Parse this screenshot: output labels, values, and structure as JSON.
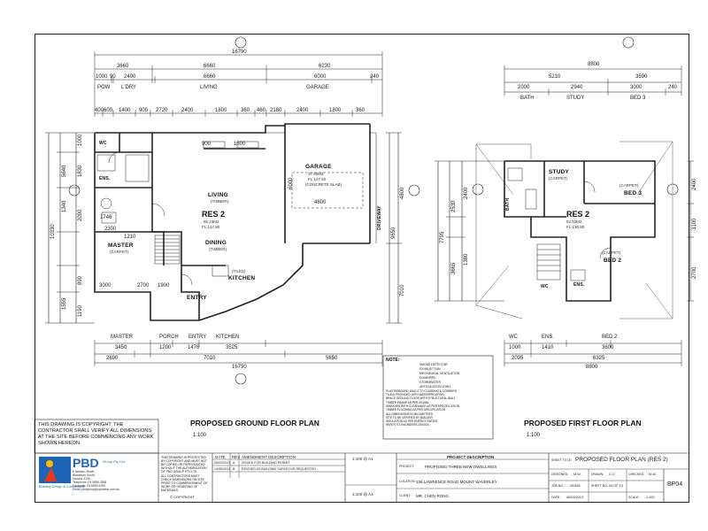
{
  "ground_plan": {
    "title": "PROPOSED GROUND FLOOR PLAN",
    "scale": "1:100",
    "unit_label": "RES 2",
    "area": "95.23M2",
    "floor_level": "FL:127.80",
    "rooms": {
      "garage": "GARAGE",
      "garage_area": "37.90M2",
      "garage_level": "FL:127.50",
      "garage_finish": "(CONCRETE SLAB)",
      "living": "LIVING",
      "living_finish": "(TIMBER)",
      "dining": "DINING",
      "dining_finish": "(TIMBER)",
      "kitchen": "KITCHEN",
      "kitchen_finish": "(TILES)",
      "master": "MASTER",
      "master_finish": "(CARPET)",
      "entry": "ENTRY",
      "ens": "ENS.",
      "wc": "WC",
      "driveway": "DRIVEWAY"
    },
    "top_dims": {
      "overall": "16790",
      "row1": [
        "3660",
        "6660",
        "6230"
      ],
      "row2": [
        "1000",
        "90",
        "2490",
        "6660",
        "6000",
        "240"
      ],
      "row2_labels": [
        "POW",
        "L'DRY",
        "LIVING",
        "GARAGE"
      ],
      "row3": [
        "400",
        "600",
        "1400",
        "900",
        "2720",
        "2400",
        "1800",
        "360",
        "460",
        "2180",
        "2400",
        "1800",
        "360"
      ]
    },
    "bottom_dims": {
      "labels": [
        "MASTER",
        "PORCH",
        "ENTRY",
        "KITCHEN"
      ],
      "row1": [
        "3450",
        "1200",
        "1476",
        "3525"
      ],
      "row2": [
        "2690",
        "7010",
        "5850"
      ],
      "overall": "16790"
    },
    "left_dims": [
      "1000",
      "1830",
      "1340",
      "2090",
      "5640",
      "10330",
      "890",
      "1555",
      "1190"
    ],
    "right_dims": [
      "4800",
      "9650",
      "7010"
    ],
    "interior_dims": [
      "900",
      "1800",
      "1746",
      "2300",
      "1210",
      "3000",
      "2700",
      "1900",
      "4800",
      "6000"
    ]
  },
  "first_plan": {
    "title": "PROPOSED FIRST FLOOR PLAN",
    "scale": "1:100",
    "unit_label": "RES 2",
    "area": "52.52M2",
    "floor_level": "FL:130.80",
    "rooms": {
      "study": "STUDY",
      "study_finish": "(CARPET)",
      "bed3": "BED 3",
      "bed3_finish": "(CARPET)",
      "bed2": "BED 2",
      "bed2_finish": "(CARPET)",
      "bath": "BATH",
      "wc": "WC",
      "ens": "ENS."
    },
    "top_dims": {
      "overall": "8800",
      "row1": [
        "5210",
        "3590"
      ],
      "row2": [
        "2000",
        "2940",
        "3000",
        "240"
      ],
      "row2_labels": [
        "BATH",
        "STUDY",
        "BED 3"
      ]
    },
    "bottom_dims": {
      "labels": [
        "WC",
        "ENS.",
        "BED 2"
      ],
      "row1": [
        "1000",
        "1410",
        "3600"
      ],
      "row2": [
        "2095",
        "6325"
      ],
      "overall": "8800"
    },
    "left_dims": [
      "2400",
      "2530",
      "7795",
      "3665",
      "1380"
    ],
    "right_dims": [
      "2400",
      "3100",
      "2700"
    ]
  },
  "notes": {
    "heading": "NOTE:",
    "legend": [
      "SMOKE DETECTOR",
      "EXHAUST FAN",
      "MECHANICAL VENTILATION",
      "DOWNPIPE",
      "STORMWATER",
      "ARTICULATION JOINT"
    ],
    "lines": [
      "PLASTERBOARD WALLS TO CLADDING & CORNERS",
      "TILING PROVIDED WITH WATERPROOFING",
      "BRACE GROUND FLOOR WITH STRUCTURAL WALL",
      "TIMBER FRAME AS PER AS1684",
      "WINDOWS WITH CLEARANCE AS PER SPECIFICATION",
      "TIMBER FLOORING AS PER SPECIFICATION",
      "ALL DIMENSIONS IN MILLIMETRES",
      "SITE TO BE VERIFIED BY BUILDER",
      "INSULATION AS PER ENERGY RATING",
      "REFER TO ENGINEERS DESIGN"
    ]
  },
  "copyright_note": "THIS DRAWING IS COPYRIGHT. THE CONTRACTOR SHALL VERIFY ALL DIMENSIONS AT THE SITE BEFORE COMMENCING ANY WORK SHOWN HEREON.",
  "title_block": {
    "company": "PBD",
    "company_sub": "Group Pty Ltd",
    "tagline": "Building Design & Construction",
    "address_lines": [
      "6 Newton Street,",
      "Blackburn South,",
      "Victoria 3130",
      "Telephone: 03 9898 3558",
      "Facsimile: 03 9898 5496",
      "Email: pbdgroup@optusnet.com.au"
    ],
    "protect_note": "THIS DRAWING IS PROTECTED BY COPYRIGHT AND MUST NOT BE COPIED OR REPRODUCED WITHOUT THE AUTHORIZATION OF PBD GROUP PTY LTD",
    "contractor_note": "ALL CONTRACTORS MUST CHECK DIMENSIONS ON SITE PRIOR TO COMMENCEMENT OF WORK OR ORDERING OF MATERIALS",
    "copyright": "COPYRIGHT",
    "revision_headers": [
      "DATE",
      "REV",
      "AMENDMENT DESCRIPTION"
    ],
    "revisions": [
      {
        "date": "06/03/2013",
        "rev": "A",
        "desc": "ISSUED FOR BUILDING PERMIT"
      },
      {
        "date": "14/05/2013",
        "rev": "B",
        "desc": "REVISED AS BUILDING SURVEYOR REQUESTED"
      }
    ],
    "scale_a1": "1:100 @ A1",
    "scale_a3": "1:100 @ A3",
    "project_heading": "PROJECT DESCRIPTION",
    "project_label": "PROJECT:",
    "project": "PROPOSED THREE NEW DWELLINGS",
    "location_label": "LOCATION:",
    "location": "336 LAWRENCE ROAD MOUNT WAVERLEY",
    "client_label": "CLIENT:",
    "client": "MR. CHEN RONG",
    "sheet_title_label": "SHEET TITLE:",
    "sheet_title": "PROPOSED FLOOR PLAN (RES 2)",
    "designed_label": "DESIGNED:",
    "designed": "M.W.",
    "drawn_label": "DRAWN:",
    "drawn": "C.C.",
    "checked_label": "CHECKED:",
    "checked": "M.W.",
    "job_label": "JOB NO.:",
    "job": "20/465",
    "sheet_no_label": "SHEET NO.:",
    "sheet_no": "04  OF 13",
    "date_label": "DATE:",
    "date": "06/03/2013",
    "drawing_scale_label": "SCALE:",
    "drawing_scale": "1:100",
    "drawing_no": "BP04"
  }
}
